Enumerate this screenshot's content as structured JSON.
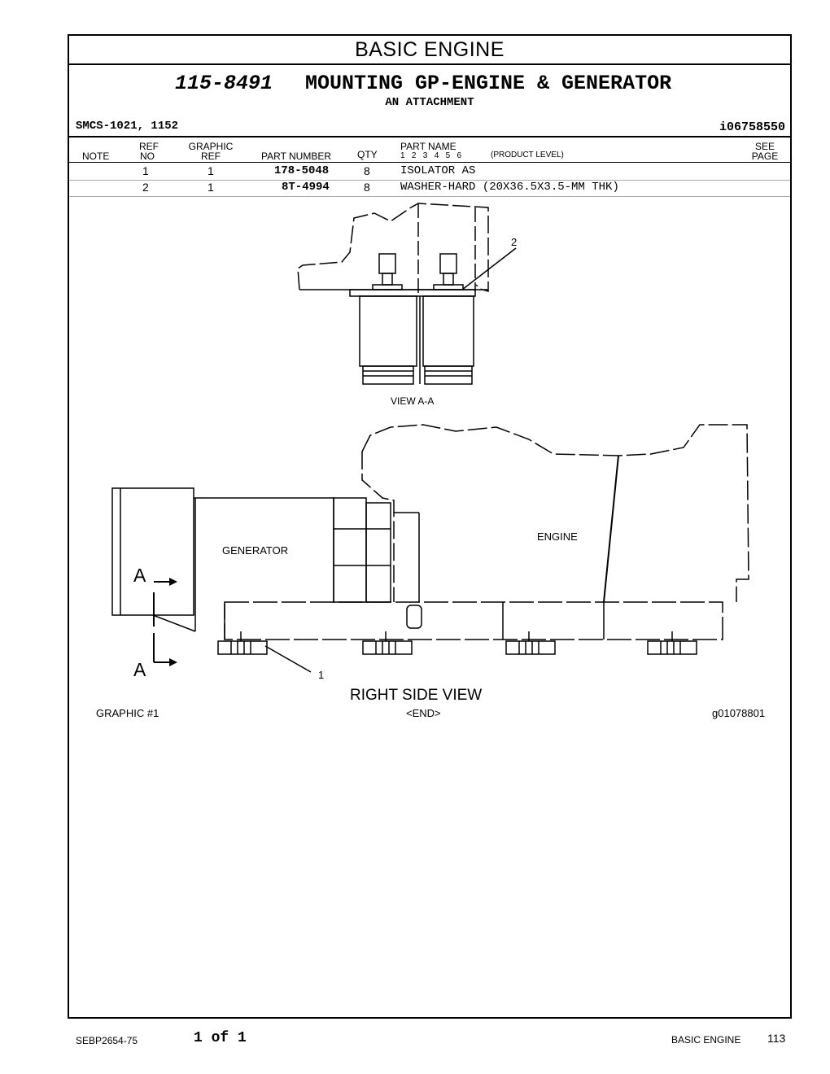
{
  "section": {
    "title": "BASIC ENGINE"
  },
  "group": {
    "number": "115-8491",
    "name": "MOUNTING GP-ENGINE & GENERATOR",
    "subtitle": "AN ATTACHMENT",
    "smcs": "SMCS-1021, 1152",
    "illustration_id": "i06758550"
  },
  "table": {
    "headers": {
      "note": "NOTE",
      "ref_top": "REF",
      "ref_bottom": "NO",
      "graphic_top": "GRAPHIC",
      "graphic_bottom": "REF",
      "part_number": "PART NUMBER",
      "qty": "QTY",
      "part_name": "PART NAME",
      "levels": "1   2   3   4   5   6",
      "product_level": "(PRODUCT LEVEL)",
      "see_top": "SEE",
      "see_bottom": "PAGE"
    },
    "rows": [
      {
        "ref": "1",
        "graphic": "1",
        "part_number": "178-5048",
        "qty": "8",
        "name": "ISOLATOR AS"
      },
      {
        "ref": "2",
        "graphic": "1",
        "part_number": "8T-4994",
        "qty": "8",
        "name": "WASHER-HARD (20X36.5X3.5-MM THK)"
      }
    ]
  },
  "drawing": {
    "callout_1": "1",
    "callout_2": "2",
    "view_aa": "VIEW A-A",
    "generator": "GENERATOR",
    "engine": "ENGINE",
    "section_mark": "A",
    "right_side_view": "RIGHT SIDE VIEW",
    "graphic_label": "GRAPHIC #1",
    "end_marker": "<END>",
    "graphic_id": "g01078801"
  },
  "footer": {
    "doc_number": "SEBP2654-75",
    "page_of": "1 of 1",
    "section": "BASIC ENGINE",
    "page_number": "113"
  }
}
